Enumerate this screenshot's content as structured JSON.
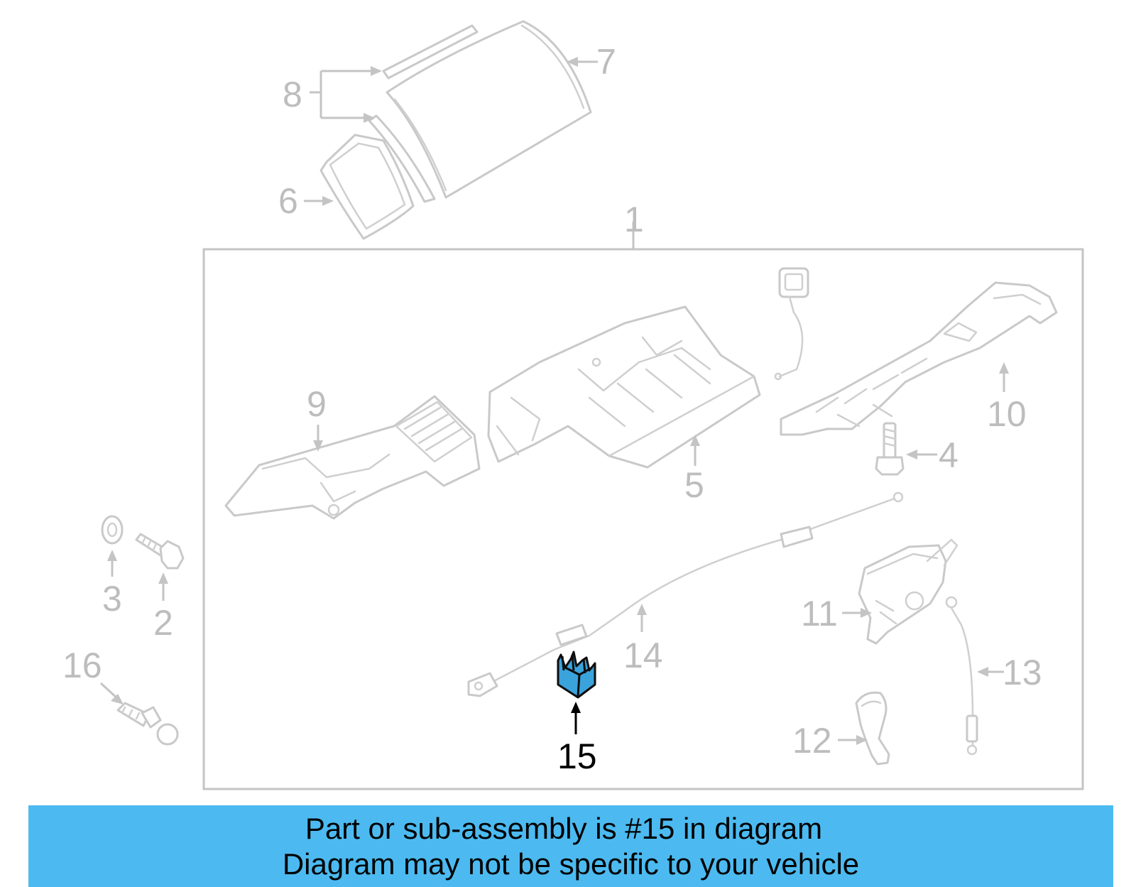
{
  "diagram": {
    "callouts": {
      "c1": "1",
      "c2": "2",
      "c3": "3",
      "c4": "4",
      "c5": "5",
      "c6": "6",
      "c7": "7",
      "c8": "8",
      "c9": "9",
      "c10": "10",
      "c11": "11",
      "c12": "12",
      "c13": "13",
      "c14": "14",
      "c15": "15",
      "c16": "16"
    },
    "highlighted_part": "15",
    "colors": {
      "highlight_fill": "#3ba3dc",
      "parts_stroke": "#c9c9c9",
      "callout_text": "#bdbdbd",
      "highlight_text": "#000000"
    }
  },
  "banner": {
    "line1": "Part or sub-assembly is #15 in diagram",
    "line2": "Diagram may not be specific to your vehicle",
    "background": "#4cbaf0"
  }
}
